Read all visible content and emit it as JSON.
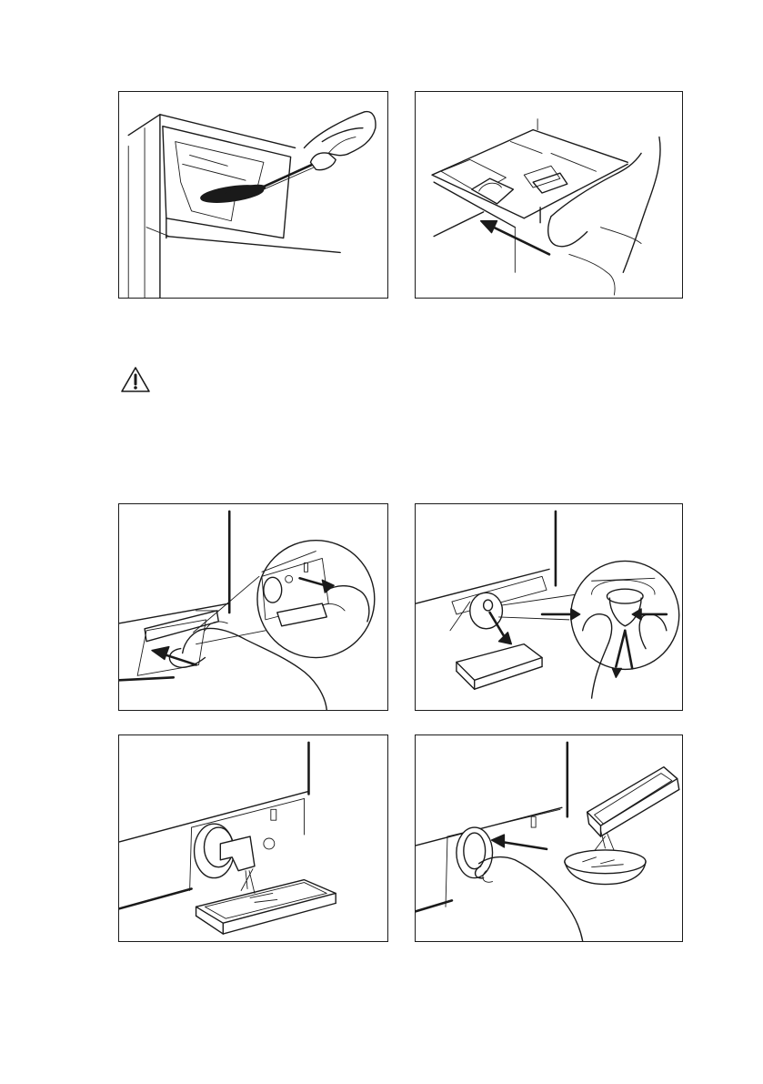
{
  "page": {
    "figures": [
      {
        "id": "fig1",
        "icon": "brush-cleaning-dispenser-illustration"
      },
      {
        "id": "fig2",
        "icon": "insert-dispenser-drawer-illustration"
      },
      {
        "id": "fig3",
        "icon": "open-filter-flap-illustration"
      },
      {
        "id": "fig4",
        "icon": "release-drain-hose-illustration"
      },
      {
        "id": "fig5",
        "icon": "unscrew-filter-drain-illustration"
      },
      {
        "id": "fig6",
        "icon": "clean-filter-refit-illustration"
      }
    ],
    "warning": {
      "icon": "warning-triangle-icon"
    }
  }
}
